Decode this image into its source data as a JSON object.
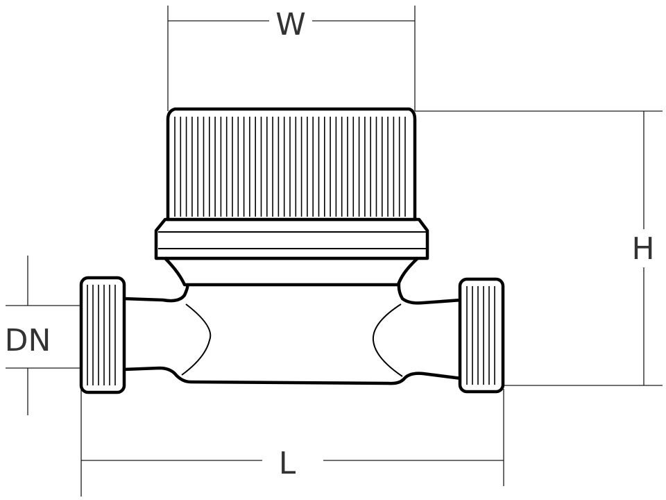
{
  "diagram": {
    "labels": {
      "width": "W",
      "height": "H",
      "length": "L",
      "nominal_diameter": "DN"
    },
    "colors": {
      "line": "#000000",
      "dimension": "#1a1a1a",
      "label": "#333333",
      "background": "#ffffff"
    }
  }
}
